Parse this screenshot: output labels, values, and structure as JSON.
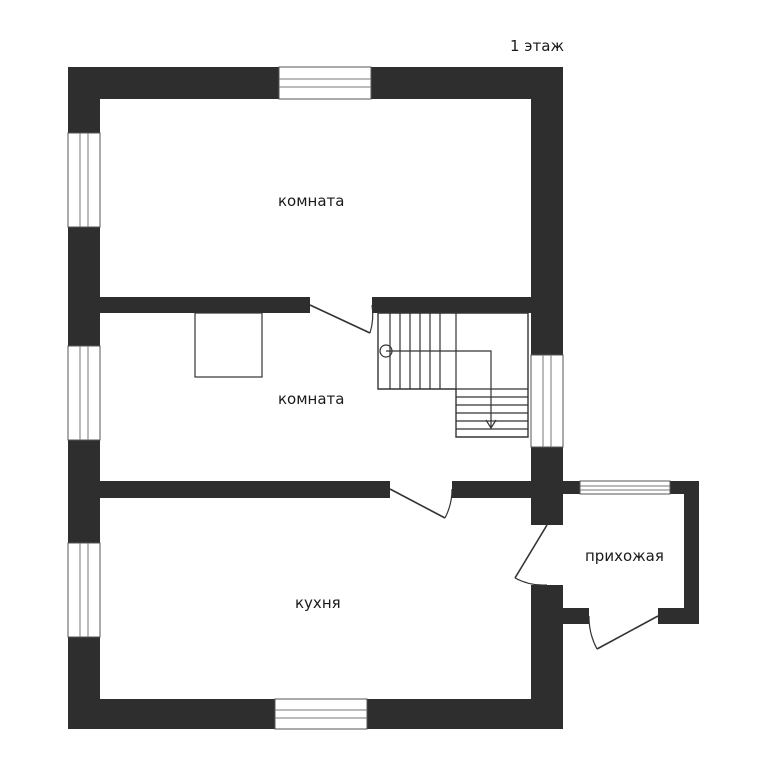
{
  "floor_label": "1 этаж",
  "rooms": {
    "top_room": "комната",
    "middle_room": "комната",
    "kitchen": "кухня",
    "hallway": "прихожая"
  },
  "colors": {
    "wall": "#2e2e2e",
    "background": "#ffffff",
    "line": "#333333"
  }
}
